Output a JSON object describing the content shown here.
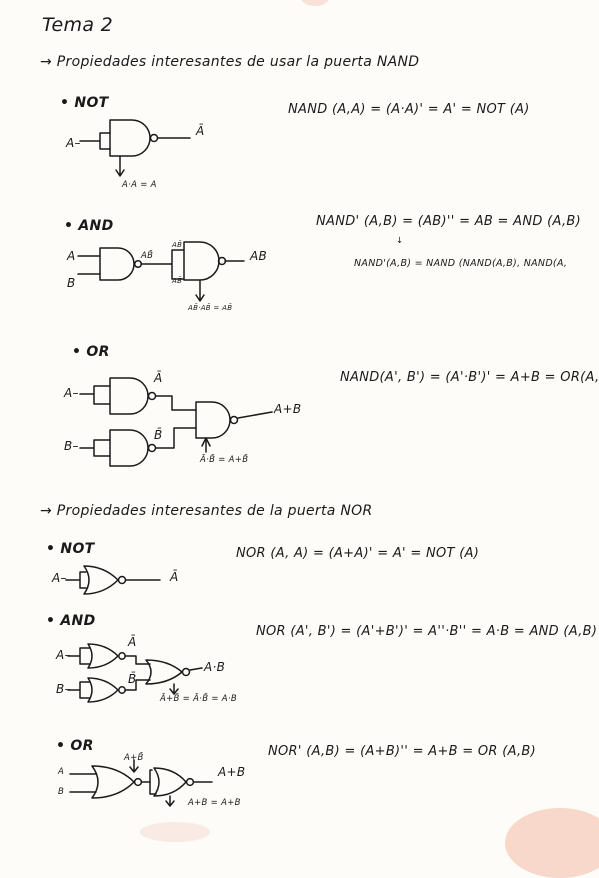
{
  "title": "Tema 2",
  "section_nand": {
    "heading": "→ Propiedades interesantes de usar la puerta NAND",
    "not": {
      "label": "• NOT",
      "input_a": "A–",
      "output": "Ā",
      "note": "A·A = A",
      "equation": "NAND (A,A) = (A·A)' = A' = NOT (A)"
    },
    "and": {
      "label": "• AND",
      "input_a": "A",
      "input_b": "B",
      "wire_label": "AB̄",
      "wire_label_top": "AB̄",
      "wire_label_bottom": "AB̄",
      "output": "AB",
      "note": "AB̄·AB̄ = AB̄",
      "equation": "NAND' (A,B) = (AB)'' = AB = AND (A,B)",
      "equation2": "NAND'(A,B) = NAND (NAND(A,B), NAND(A,",
      "arrow": "↓"
    },
    "or": {
      "label": "• OR",
      "input_a": "A–",
      "input_b": "B–",
      "a_bar": "Ā",
      "b_bar": "B̄",
      "output": "A+B",
      "note": "Ā·B̄ = A+B̄",
      "equation": "NAND(A', B') = (A'·B')' = A+B = OR(A,B"
    }
  },
  "section_nor": {
    "heading": "→ Propiedades interesantes de la puerta NOR",
    "not": {
      "label": "• NOT",
      "input_a": "A–",
      "output": "Ā",
      "equation": "NOR (A, A) = (A+A)' = A' = NOT (A)"
    },
    "and": {
      "label": "• AND",
      "input_a": "A–",
      "input_b": "B–",
      "a_bar": "Ā",
      "b_bar": "B̄",
      "output": "A·B",
      "note": "Ā+B̄ = Ā·B̄ = A·B",
      "equation": "NOR (A', B') = (A'+B')' = A''·B'' = A·B = AND (A,B)"
    },
    "or": {
      "label": "• OR",
      "input_a": "A",
      "input_b": "B",
      "wire_label": "A+B̄",
      "output": "A+B",
      "note": "A+B = A+B",
      "equation": "NOR' (A,B) = (A+B)'' = A+B = OR (A,B)"
    }
  },
  "colors": {
    "ink": "#1a1a1a",
    "paper": "#fdfcf9",
    "stain": "#f2b9a6"
  }
}
